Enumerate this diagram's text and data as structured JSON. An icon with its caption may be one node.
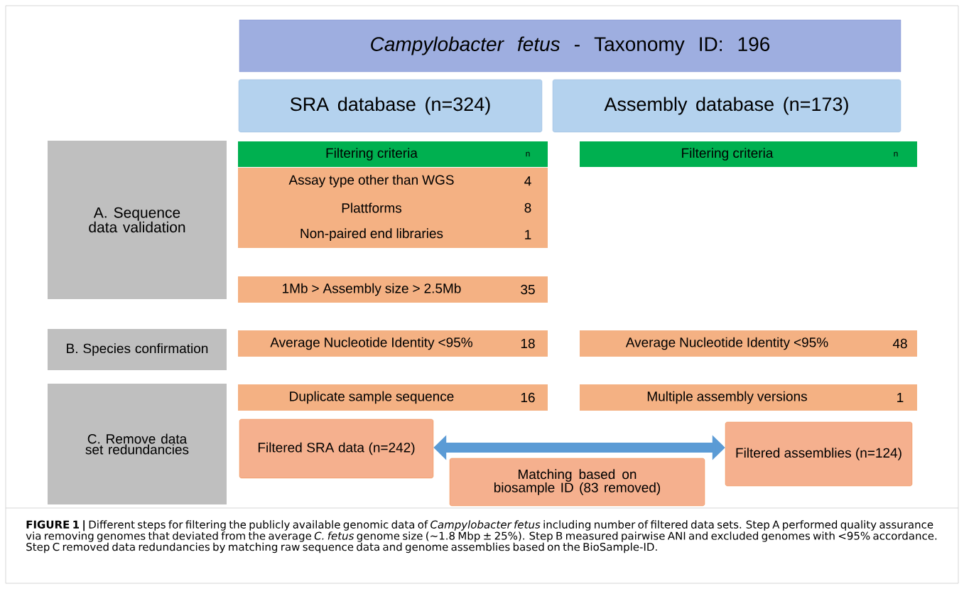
{
  "diagram": {
    "caption": "**FIGURE 1 |** Different steps for filtering the publicly available genomic data of *Campylobacter fetus* including number of filtered data sets. Step A performed quality assurance via removing genomes that deviated from the average *C. fetus* genome size (∼1.8 Mbp ± 25%). Step B measured pairwise ANI and excluded genomes with <95% accordance. Step C removed data redundancies by matching raw sequence data and genome assemblies based on the BioSample-ID.",
    "nodes": [
      {
        "text": [
          "*Campylobacter fetus* - Taxonomy ID: 196"
        ]
      },
      {
        "text": [
          "SRA database (n=324)"
        ]
      },
      {
        "text": [
          "Assembly database (n=173)"
        ]
      },
      {
        "text": [
          "A. Sequence data validation"
        ]
      },
      {
        "text": [
          "B. Species confirmation"
        ]
      },
      {
        "text": [
          "C. Remove data set redundancies"
        ]
      },
      {
        "text": [
          "Filtering criteria",
          "n"
        ]
      },
      {
        "text": [
          "Filtering criteria",
          "n"
        ]
      },
      {
        "text": [
          "Assay type other than WGS",
          "4",
          "Plattforms",
          "8",
          "Non-paired end libraries",
          "1"
        ]
      },
      {
        "text": [
          "1Mb > Assembly size > 2.5Mb",
          "35"
        ]
      },
      {
        "text": [
          "Average Nucleotide Identity <95%",
          "18"
        ]
      },
      {
        "text": [
          "Average Nucleotide Identity <95%",
          "48"
        ]
      },
      {
        "text": [
          "Duplicate sample sequence",
          "16"
        ]
      },
      {
        "text": [
          "Multiple assembly versions",
          "1"
        ]
      },
      {
        "text": [
          "Filtered SRA data (n=242)"
        ]
      },
      {
        "text": [
          "Filtered assemblies (n=124)"
        ]
      },
      {
        "text": [
          "Matching based on biosample ID (83 removed)"
        ]
      }
    ],
    "edges": [
      {
        "from": 14,
        "to": 15,
        "arrow": "both",
        "color": "#5b9bd5"
      }
    ]
  }
}
